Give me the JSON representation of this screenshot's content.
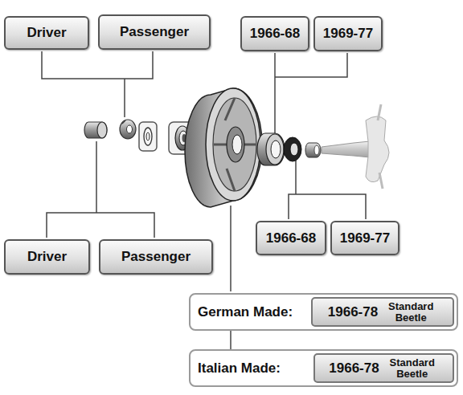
{
  "diagram": {
    "nodes": [
      {
        "text": [
          "Driver"
        ]
      },
      {
        "text": [
          "Passenger"
        ]
      },
      {
        "text": [
          "1966-68"
        ]
      },
      {
        "text": [
          "1969-77"
        ]
      },
      {
        "text": [
          "1966-68"
        ]
      },
      {
        "text": [
          "1969-77"
        ]
      },
      {
        "text": [
          "Driver"
        ]
      },
      {
        "text": [
          "Passenger"
        ]
      },
      {
        "text": [
          "German Made:"
        ]
      },
      {
        "text": [
          "1966-78",
          "Standard Beetle"
        ],
        "in": 8
      },
      {
        "text": [
          "Italian Made:"
        ]
      },
      {
        "text": [
          "1966-78",
          "Standard Beetle"
        ],
        "in": 10
      }
    ],
    "edges": [
      {
        "from": 8,
        "to": 10,
        "arrow": "none"
      }
    ]
  }
}
